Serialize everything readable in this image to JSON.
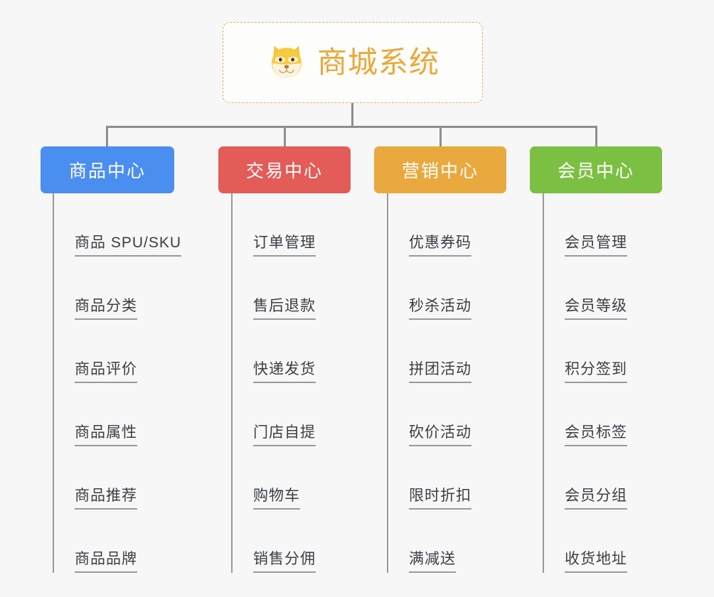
{
  "diagram": {
    "title": "商城系统",
    "type": "mindmap-org-chart",
    "background_color": "#f7f7f7",
    "connector_color": "#8e8e8e"
  },
  "root": {
    "label": "商城系统",
    "icon": "shiba-dog-face-emoji",
    "text_color": "#eaa93a",
    "border_color": "#e3b256",
    "border_style": "dashed",
    "background_color": "#fdfdfb"
  },
  "branches": [
    {
      "label": "商品中心",
      "color": "#4a8ef0",
      "items": [
        {
          "label": "商品 SPU/SKU"
        },
        {
          "label": "商品分类"
        },
        {
          "label": "商品评价"
        },
        {
          "label": "商品属性"
        },
        {
          "label": "商品推荐"
        },
        {
          "label": "商品品牌"
        }
      ]
    },
    {
      "label": "交易中心",
      "color": "#e35c57",
      "items": [
        {
          "label": "订单管理"
        },
        {
          "label": "售后退款"
        },
        {
          "label": "快递发货"
        },
        {
          "label": "门店自提"
        },
        {
          "label": "购物车"
        },
        {
          "label": "销售分佣"
        }
      ]
    },
    {
      "label": "营销中心",
      "color": "#eaa93e",
      "items": [
        {
          "label": "优惠券码"
        },
        {
          "label": "秒杀活动"
        },
        {
          "label": "拼团活动"
        },
        {
          "label": "砍价活动"
        },
        {
          "label": "限时折扣"
        },
        {
          "label": "满减送"
        }
      ]
    },
    {
      "label": "会员中心",
      "color": "#7cc043",
      "items": [
        {
          "label": "会员管理"
        },
        {
          "label": "会员等级"
        },
        {
          "label": "积分签到"
        },
        {
          "label": "会员标签"
        },
        {
          "label": "会员分组"
        },
        {
          "label": "收货地址"
        }
      ]
    }
  ]
}
